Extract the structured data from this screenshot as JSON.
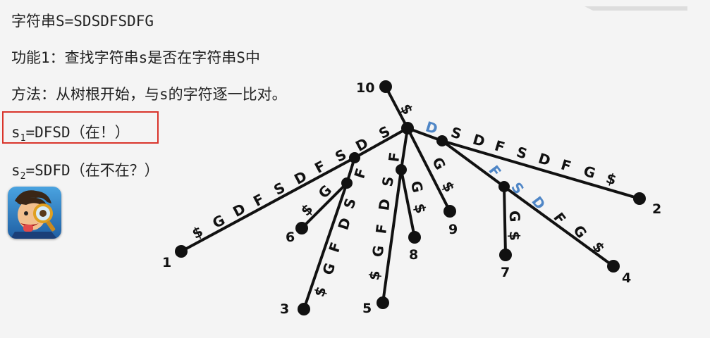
{
  "text": {
    "line1": "字符串S=SDSDFSDFG",
    "line2": "功能1：查找字符串s是否在字符串S中",
    "line3": "方法：从树根开始，与s的字符逐一比对。",
    "line4_prefix": "s",
    "line4_sub": "1",
    "line4_rest": "=DFSD（在！）",
    "line5_prefix": "s",
    "line5_sub": "2",
    "line5_rest": "=SDFD（在不在？）"
  },
  "colors": {
    "highlight": "#d9342b",
    "blue_label": "#4f86c6"
  },
  "tree": {
    "root_label": "10",
    "leaf_labels": [
      "1",
      "2",
      "3",
      "4",
      "5",
      "6",
      "7",
      "8",
      "9"
    ],
    "edge_labels": {
      "root_up": "$",
      "to_1": [
        "S",
        "D",
        "S",
        "F",
        "D",
        "S",
        "F",
        "D",
        "G",
        "$"
      ],
      "to_6": [
        "G",
        "$"
      ],
      "to_3": [
        "F",
        "S",
        "D",
        "F",
        "G",
        "$"
      ],
      "to_5": [
        "F",
        "S",
        "D",
        "F",
        "G",
        "$"
      ],
      "to_8": [
        "G",
        "$"
      ],
      "to_9": [
        "G",
        "$"
      ],
      "to_2": [
        "D",
        "S",
        "D",
        "F",
        "S",
        "D",
        "F",
        "G",
        "$"
      ],
      "to_7": [
        "G",
        "$"
      ],
      "to_4": [
        "F",
        "S",
        "D",
        "F",
        "G",
        "$"
      ]
    }
  },
  "icons": {
    "avatar": "cartoon-detective-magnifier-icon"
  }
}
